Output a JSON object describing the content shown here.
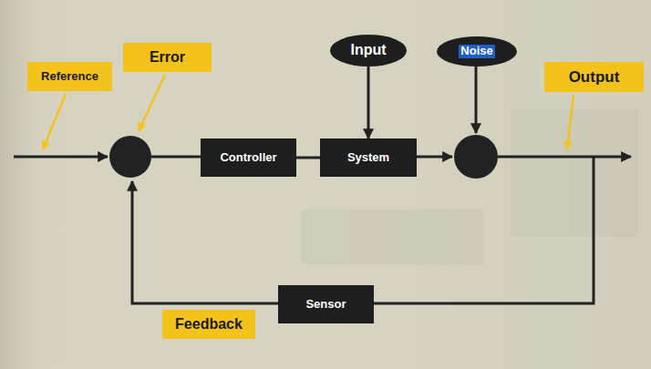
{
  "diagram": {
    "nodes": [
      {
        "text": [
          "Input"
        ]
      },
      {
        "text": [
          "Noise"
        ]
      },
      {
        "text": [
          "Error"
        ]
      },
      {
        "text": [
          "Output"
        ]
      },
      {
        "text": [
          "Reference"
        ]
      },
      {
        "text": [
          "Controller"
        ]
      },
      {
        "text": [
          "System"
        ]
      },
      {
        "text": [
          "Sensor"
        ]
      },
      {
        "text": [
          "Feedback"
        ]
      }
    ],
    "edges": [
      {
        "from": 5,
        "to": 6,
        "arrow": "none"
      },
      {
        "from": 0,
        "to": 6,
        "arrow": "to"
      }
    ]
  }
}
